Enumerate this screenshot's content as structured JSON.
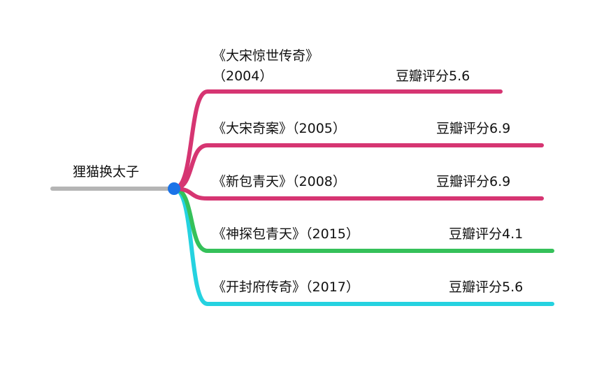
{
  "root": {
    "label": "狸猫换太子",
    "line_color": "#b5b5b5",
    "node_color": "#1a73e8"
  },
  "branches": [
    {
      "title": "《大宋惊世传奇》",
      "year": "（2004）",
      "rating": "豆瓣评分5.6",
      "color": "#d63572"
    },
    {
      "title": "《大宋奇案》",
      "year": "（2005）",
      "rating": "豆瓣评分6.9",
      "color": "#d63572"
    },
    {
      "title": "《新包青天》",
      "year": "（2008）",
      "rating": "豆瓣评分6.9",
      "color": "#d63572"
    },
    {
      "title": "《神探包青天》",
      "year": "（2015）",
      "rating": "豆瓣评分4.1",
      "color": "#35c15a"
    },
    {
      "title": "《开封府传奇》",
      "year": "（2017）",
      "rating": "豆瓣评分5.6",
      "color": "#25d2e0"
    }
  ]
}
